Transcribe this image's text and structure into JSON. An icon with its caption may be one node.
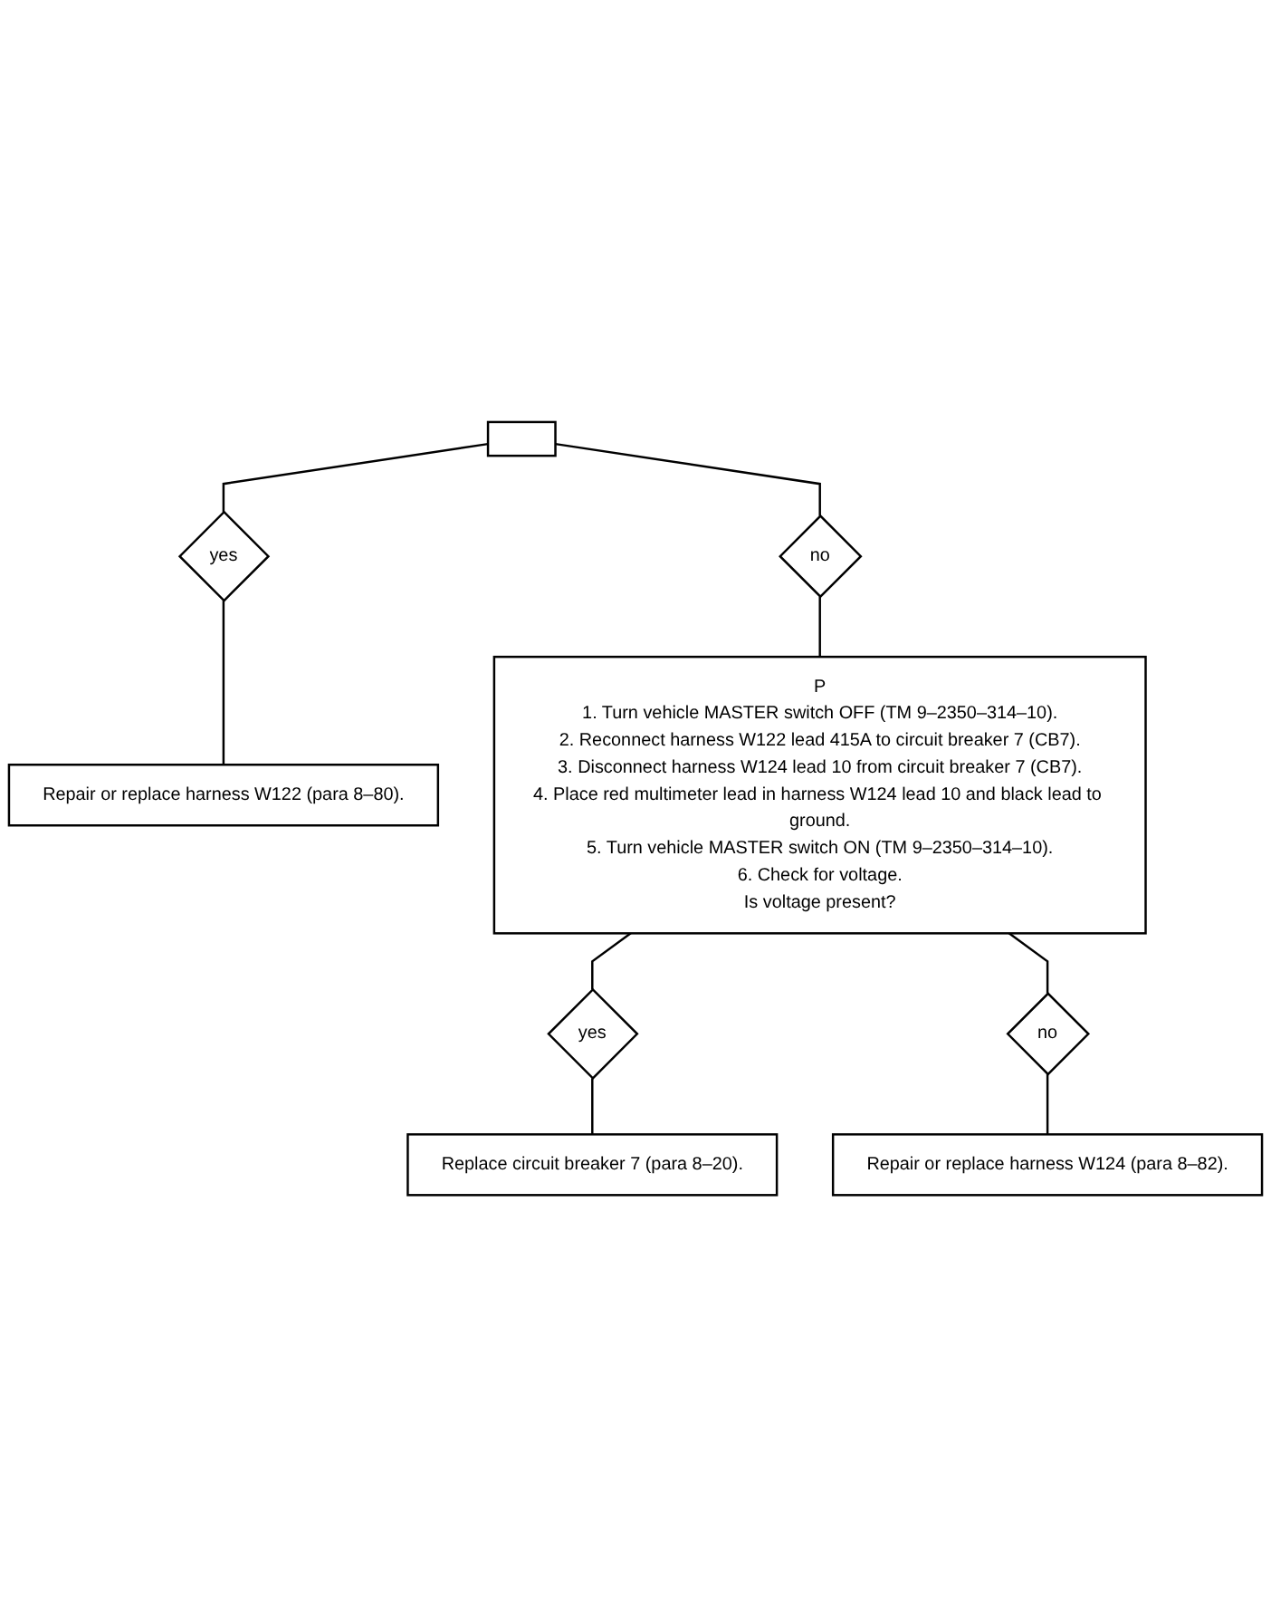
{
  "diagram": {
    "nodes": [
      {
        "text": [],
        "shape": "box"
      },
      {
        "text": [
          "yes"
        ]
      },
      {
        "text": [
          "no"
        ]
      },
      {
        "text": [
          "Repair or replace harness W122 (para 8–80)."
        ]
      },
      {
        "text": [
          "P",
          "1. Turn vehicle MASTER switch OFF (TM 9–2350–314–10).",
          "2. Reconnect harness W122 lead 415A to circuit breaker 7 (CB7).",
          "3. Disconnect harness W124 lead 10 from circuit breaker 7 (CB7).",
          "4. Place red multimeter lead in harness W124 lead 10 and black lead to ground.",
          "5. Turn vehicle MASTER switch ON (TM 9–2350–314–10).",
          "6. Check for voltage.",
          "Is voltage present?"
        ]
      },
      {
        "text": [
          "yes"
        ]
      },
      {
        "text": [
          "no"
        ]
      },
      {
        "text": [
          "Replace circuit breaker 7 (para 8–20)."
        ]
      },
      {
        "text": [
          "Repair or replace harness W124 (para 8–82)."
        ]
      }
    ],
    "edges": [
      {
        "from": 0,
        "to": 1,
        "arrow": "none"
      },
      {
        "from": 0,
        "to": 2,
        "arrow": "none"
      },
      {
        "from": 1,
        "to": 3,
        "arrow": "none"
      },
      {
        "from": 2,
        "to": 4,
        "arrow": "none"
      },
      {
        "from": 4,
        "to": 5,
        "arrow": "none"
      },
      {
        "from": 4,
        "to": 6,
        "arrow": "none"
      },
      {
        "from": 5,
        "to": 7,
        "arrow": "none"
      },
      {
        "from": 6,
        "to": 8,
        "arrow": "none"
      }
    ]
  }
}
